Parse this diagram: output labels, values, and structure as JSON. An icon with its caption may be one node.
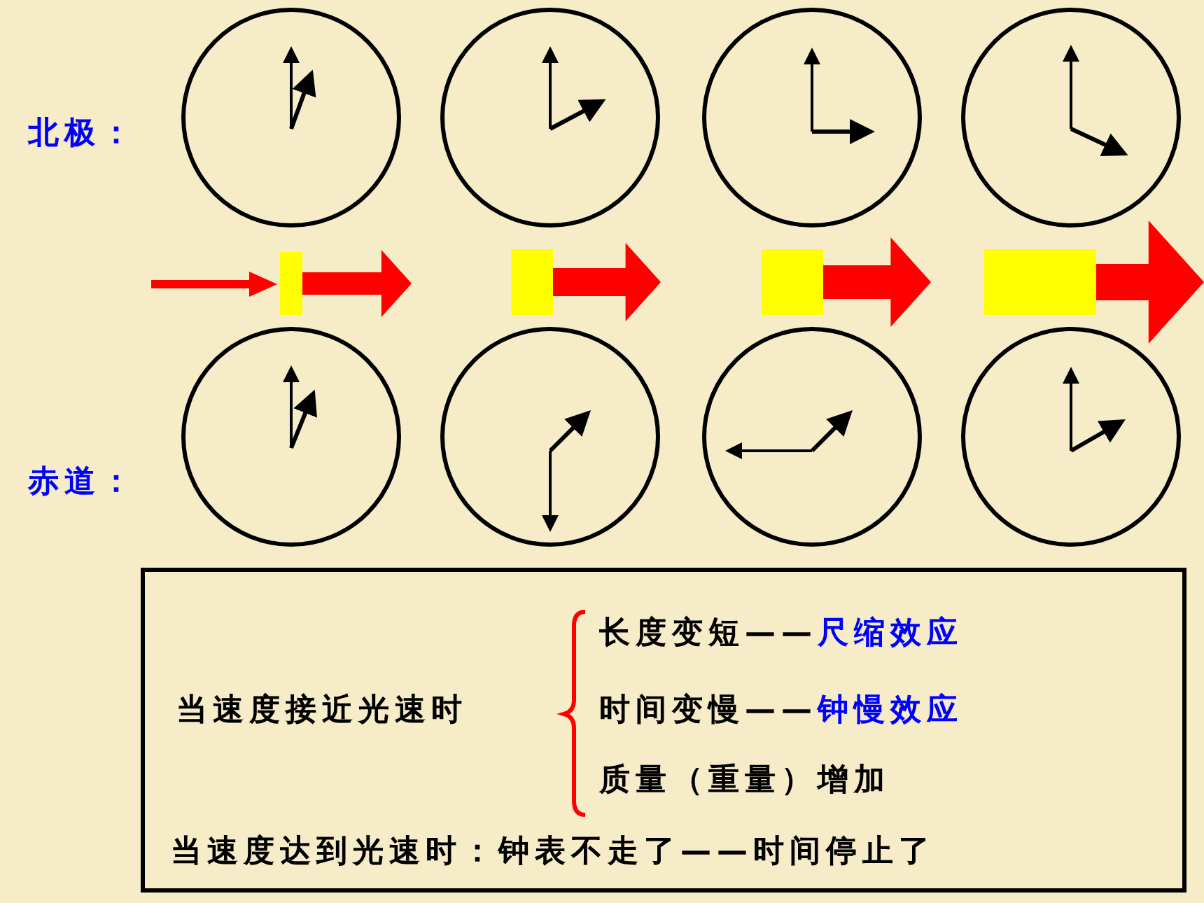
{
  "diagram": {
    "nodes": [
      {
        "text": [
          "当速度接近光速时",
          "长度变短——",
          "尺缩效应",
          "时间变慢——",
          "钟慢效应",
          "质量（重量）增加",
          "当速度达到光速时：钟表不走了——时间停止了"
        ]
      }
    ],
    "labels": [
      "北极：",
      "赤道："
    ]
  }
}
